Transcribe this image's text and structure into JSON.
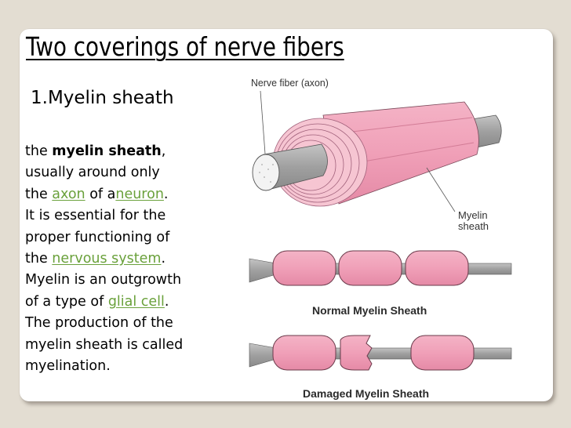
{
  "slide": {
    "title": "Two coverings  of nerve fibers",
    "subtitle": "1.Myelin sheath",
    "body": {
      "l1_pre": "the ",
      "l1_bold": "myelin sheath",
      "l1_post": ",",
      "l2": "usually around only",
      "l3_pre": "the ",
      "l3_link1": "axon",
      "l3_mid": " of a",
      "l3_link2": "neuron",
      "l3_post": ".",
      "l4": "It is essential for the",
      "l5": "proper functioning of",
      "l6_pre": "the ",
      "l6_link": "nervous system",
      "l6_post": ".",
      "l7": "Myelin is an outgrowth",
      "l8_pre": "of a type of ",
      "l8_link": "glial cell",
      "l8_post": ".",
      "l9": "The production of the",
      "l10": "myelin sheath is called",
      "l11": "myelination."
    },
    "figure": {
      "label_axon": "Nerve fiber (axon)",
      "label_myelin_1": "Myelin",
      "label_myelin_2": "sheath",
      "label_normal": "Normal Myelin Sheath",
      "label_damaged": "Damaged Myelin Sheath"
    }
  },
  "colors": {
    "background": "#e3ddd2",
    "card": "#ffffff",
    "link": "#6aa13b",
    "myelin_pink": "#f2a7bd",
    "axon_gray": "#a8a8a8"
  }
}
